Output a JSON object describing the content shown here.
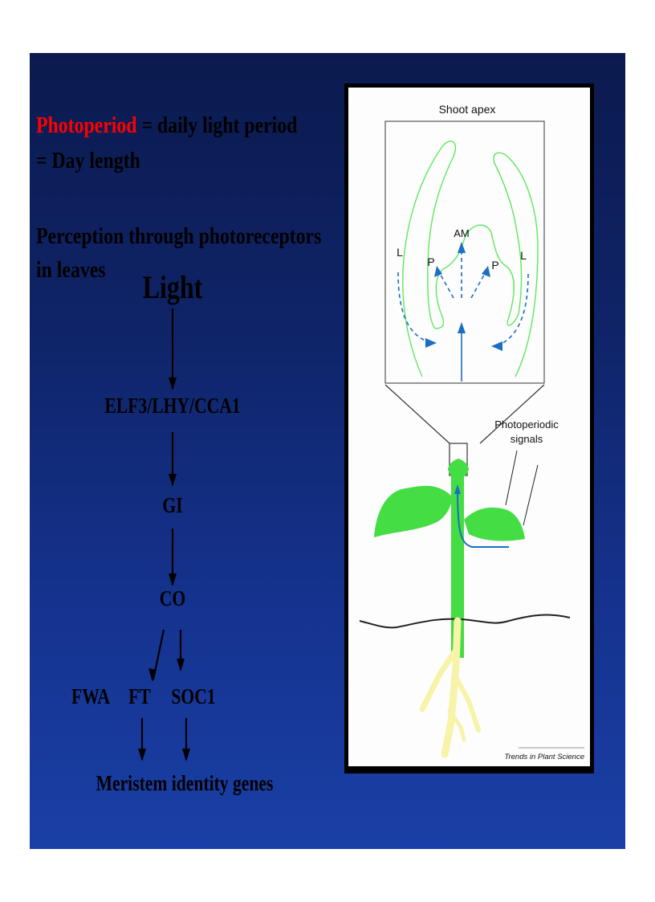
{
  "slide": {
    "background_top": "#0b1a4e",
    "background_bottom": "#1a3fa6",
    "intro": {
      "term": "Photoperiod",
      "term_color": "#ff0000",
      "definition": " = daily light period",
      "line2": "= Day length",
      "line3": "Perception through photoreceptors",
      "line4": "in leaves"
    },
    "pathway": {
      "nodes": {
        "light": "Light",
        "elf3": "ELF3/LHY/CCA1",
        "gi": "GI",
        "co": "CO",
        "fwa": "FWA",
        "ft": "FT",
        "soc1": "SOC1",
        "meristem": "Meristem identity genes"
      },
      "edges": [
        {
          "from": "Light",
          "to": "ELF3/LHY/CCA1"
        },
        {
          "from": "ELF3/LHY/CCA1",
          "to": "GI"
        },
        {
          "from": "GI",
          "to": "CO"
        },
        {
          "from": "CO",
          "to": "FT"
        },
        {
          "from": "CO",
          "to": "SOC1"
        },
        {
          "from": "FT",
          "to": "Meristem identity genes"
        },
        {
          "from": "SOC1",
          "to": "Meristem identity genes"
        }
      ]
    },
    "figure": {
      "title": "Shoot apex",
      "labels": {
        "am": "AM",
        "p_left": "P",
        "p_right": "P",
        "l_left": "L",
        "l_right": "L",
        "signals_line1": "Photoperiodic",
        "signals_line2": "signals",
        "credit": "Trends in Plant Science"
      },
      "colors": {
        "outline_green": "#5ee85e",
        "plant_green": "#44dd44",
        "arrow_blue": "#1a6fc0",
        "root_yellow": "#f7f3a8"
      }
    }
  }
}
